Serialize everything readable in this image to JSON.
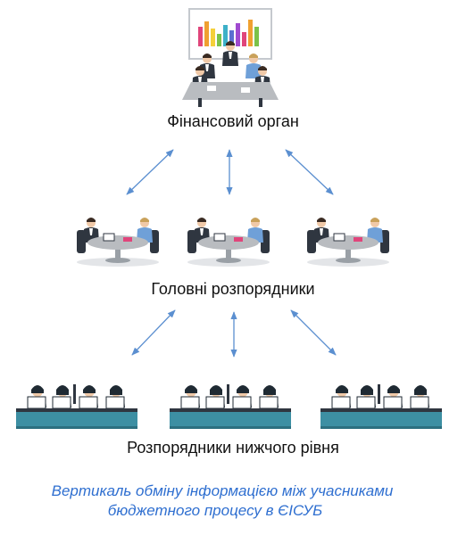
{
  "levels": {
    "top": "Фінансовий орган",
    "middle": "Головні розпорядники",
    "bottom": "Розпорядники нижчого рівня"
  },
  "caption": {
    "line1": "Вертикаль обміну інформацією між учасниками",
    "line2": "бюджетного процесу в ЄІСУБ"
  },
  "colors": {
    "arrow": "#5b8fd0",
    "caption": "#2f6fd0",
    "suit": "#2f3640",
    "shirt_blue": "#6fa0d8",
    "table_gray": "#b9bcc0",
    "desk_teal": "#3d8fa3"
  },
  "icons": [
    "board-meeting-icon",
    "meeting-table-icon",
    "office-desk-icon"
  ]
}
